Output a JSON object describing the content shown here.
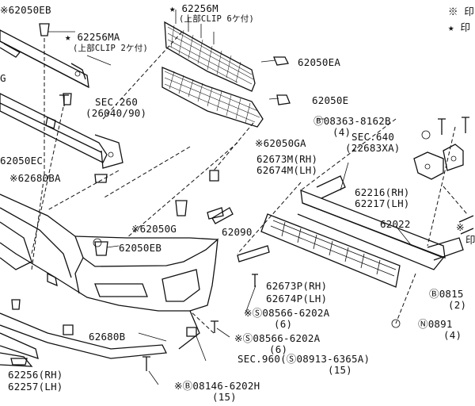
{
  "labels": {
    "l_62050eb_top": "※62050EB",
    "l_62256m": "★ 62256M",
    "l_62256m_note": "(上部CLIP 6ケ付)",
    "l_62256ma": "★ 62256MA",
    "l_62256ma_note": "(上部CLIP 2ケ付)",
    "l_62050ea": "62050EA",
    "l_62050e": "62050E",
    "l_sec260": "SEC.260",
    "l_sec260_sub": "(26040/90)",
    "l_62050ec": "62050EC",
    "l_62680ba": "※62680BA",
    "l_62050ga": "※62050GA",
    "l_62673m": "62673M(RH)",
    "l_62674m": "62674M(LH)",
    "l_62050g": "※62050G",
    "l_62090": "62090",
    "l_62050eb": "62050EB",
    "l_62673p": "62673P(RH)",
    "l_62674p": "62674P(LH)",
    "l_08566_a": "※Ⓢ08566-6202A",
    "l_08566_a_q": "(6)",
    "l_08566_b": "※Ⓢ08566-6202A",
    "l_08566_b_q": "(6)",
    "l_62680b": "62680B",
    "l_sec960": "SEC.960(Ⓢ08913-6365A)",
    "l_sec960_q": "(15)",
    "l_62256": "62256(RH)",
    "l_62257": "62257(LH)",
    "l_08146": "※Ⓑ08146-6202H",
    "l_08146_q": "(15)",
    "l_08363": "Ⓑ08363-8162B",
    "l_08363_q": "(4)",
    "l_sec640": "SEC.640",
    "l_sec640_sub": "(22683XA)",
    "l_62216": "62216(RH)",
    "l_62217": "62217(LH)",
    "l_62022": "62022",
    "l_0815": "Ⓑ0815",
    "l_0815_q": "(2)",
    "l_0891": "Ⓝ0891",
    "l_0891_q": "(4)",
    "l_leg1": "※ 印",
    "l_leg2": "★ 印",
    "l_small1": "G",
    "l_small2": "※",
    "l_small3": "印"
  }
}
